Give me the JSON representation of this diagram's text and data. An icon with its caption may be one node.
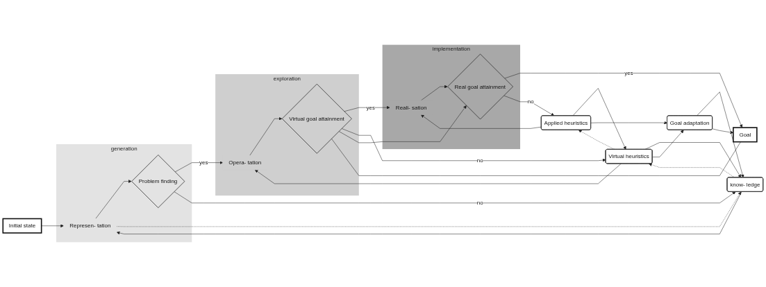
{
  "diagram": {
    "nodes": [
      {
        "text": [
          "Initial state"
        ]
      },
      {
        "text": [
          "generation"
        ]
      },
      {
        "text": [
          "Represen- tation"
        ],
        "in": 1
      },
      {
        "text": [
          "Problem finding"
        ],
        "in": 1
      },
      {
        "text": [
          "exploration"
        ]
      },
      {
        "text": [
          "Opera- tation"
        ],
        "in": 4
      },
      {
        "text": [
          "Virtual goal attainment"
        ],
        "in": 4
      },
      {
        "text": [
          "implementation"
        ]
      },
      {
        "text": [
          "Reali- sation"
        ],
        "in": 7
      },
      {
        "text": [
          "Real goal attainment"
        ],
        "in": 7
      },
      {
        "text": [
          "Goal"
        ]
      },
      {
        "text": [
          "know- ledge"
        ]
      },
      {
        "text": [
          "Virtual heuristics"
        ]
      },
      {
        "text": [
          "Applied heuristics"
        ]
      },
      {
        "text": [
          "Goal adaptation"
        ]
      }
    ],
    "edges": [
      {
        "from": 0,
        "to": 2,
        "arrow": "to"
      },
      {
        "from": 2,
        "to": 3,
        "arrow": "to"
      },
      {
        "from": 3,
        "to": 5,
        "arrow": "to",
        "label": "yes"
      },
      {
        "from": 5,
        "to": 6,
        "arrow": "to"
      },
      {
        "from": 6,
        "to": 8,
        "arrow": "to",
        "label": "yes"
      },
      {
        "from": 8,
        "to": 9,
        "arrow": "to"
      },
      {
        "from": 9,
        "to": 10,
        "arrow": "to",
        "label": "yes"
      },
      {
        "from": 2,
        "to": 11,
        "arrow": "to",
        "style": "dashed"
      },
      {
        "from": 11,
        "to": 2,
        "arrow": "to"
      },
      {
        "from": 3,
        "to": 11,
        "arrow": "to",
        "label": "no"
      },
      {
        "from": 12,
        "to": 11,
        "arrow": "to"
      },
      {
        "from": 11,
        "to": 12,
        "arrow": "to",
        "style": "dashed"
      },
      {
        "from": 12,
        "to": 5,
        "arrow": "to"
      },
      {
        "from": 6,
        "to": 12,
        "arrow": "to",
        "label": "no"
      },
      {
        "from": 13,
        "to": 12,
        "arrow": "to"
      },
      {
        "from": 12,
        "to": 13,
        "arrow": "to",
        "style": "dashed"
      },
      {
        "from": 13,
        "to": 8,
        "arrow": "to"
      },
      {
        "from": 9,
        "to": 13,
        "arrow": "to",
        "label": "no"
      },
      {
        "from": 12,
        "to": 14,
        "arrow": "to"
      },
      {
        "from": 13,
        "to": 14,
        "arrow": "to"
      },
      {
        "from": 14,
        "to": 11,
        "arrow": "to"
      },
      {
        "from": 14,
        "to": 10,
        "arrow": "to"
      },
      {
        "from": 6,
        "to": 9,
        "arrow": "to"
      },
      {
        "from": 6,
        "to": 10,
        "arrow": "none"
      }
    ]
  }
}
